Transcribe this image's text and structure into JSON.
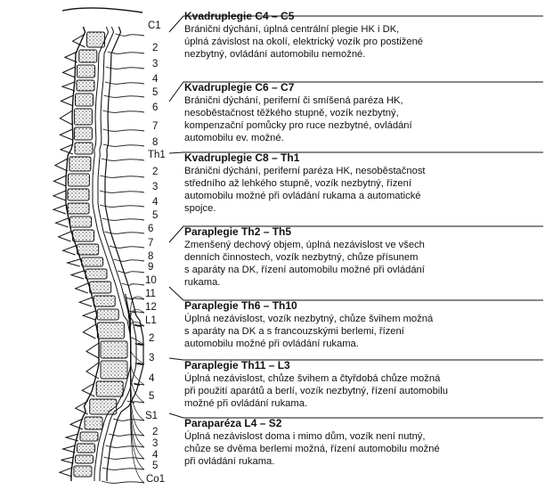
{
  "levels": [
    {
      "id": "c1",
      "label": "C1"
    },
    {
      "id": "c2",
      "label": "2"
    },
    {
      "id": "c3",
      "label": "3"
    },
    {
      "id": "c4",
      "label": "4"
    },
    {
      "id": "c5",
      "label": "5"
    },
    {
      "id": "c6",
      "label": "6"
    },
    {
      "id": "c7",
      "label": "7"
    },
    {
      "id": "c8",
      "label": "8"
    },
    {
      "id": "th1",
      "label": "Th1"
    },
    {
      "id": "th2",
      "label": "2"
    },
    {
      "id": "th3",
      "label": "3"
    },
    {
      "id": "th4",
      "label": "4"
    },
    {
      "id": "th5",
      "label": "5"
    },
    {
      "id": "th6",
      "label": "6"
    },
    {
      "id": "th7",
      "label": "7"
    },
    {
      "id": "th8",
      "label": "8"
    },
    {
      "id": "th9",
      "label": "9"
    },
    {
      "id": "th10",
      "label": "10"
    },
    {
      "id": "th11",
      "label": "11"
    },
    {
      "id": "th12",
      "label": "12"
    },
    {
      "id": "l1",
      "label": "L1"
    },
    {
      "id": "l2",
      "label": "2"
    },
    {
      "id": "l3",
      "label": "3"
    },
    {
      "id": "l4",
      "label": "4"
    },
    {
      "id": "l5",
      "label": "5"
    },
    {
      "id": "s1",
      "label": "S1"
    },
    {
      "id": "s2",
      "label": "2"
    },
    {
      "id": "s3",
      "label": "3"
    },
    {
      "id": "s4",
      "label": "4"
    },
    {
      "id": "s5",
      "label": "5"
    },
    {
      "id": "co1",
      "label": "Co1"
    }
  ],
  "sections": [
    {
      "title": "Kvadruplegie C4 – C5",
      "lines": [
        "Bránični dýchání, úplná centrální plegie HK i DK,",
        "úplná závislost na okolí, elektrický vozík pro postižené",
        "nezbytný, ovládání automobilu nemožné."
      ]
    },
    {
      "title": "Kvadruplegie C6 – C7",
      "lines": [
        "Bránični dýchání, periferní či smíšená paréza HK,",
        "nesoběstačnost těžkého stupně, vozík nezbytný,",
        "kompenzační pomůcky pro ruce nezbytné, ovládání",
        "automobilu ev. možné."
      ]
    },
    {
      "title": "Kvadruplegie C8 – Th1",
      "lines": [
        "Bránični dýchání, periferní paréza HK, nesoběstačnost",
        "středního až lehkého stupně, vozík nezbytný, řízení",
        "automobilu možné při ovládání rukama a automatické",
        "spojce."
      ]
    },
    {
      "title": "Paraplegie Th2 – Th5",
      "lines": [
        "Zmenšený dechový objem, úplná nezávislost ve všech",
        "denních činnostech, vozík nezbytný, chůze přísunem",
        "s aparáty na DK, řízení automobilu možné při ovládání",
        "rukama."
      ]
    },
    {
      "title": "Paraplegie Th6 – Th10",
      "lines": [
        "Úplná nezávislost, vozík nezbytný, chůze švihem možná",
        "s aparáty na DK a s francouzskými berlemi, řízení",
        "automobilu možné při ovládání rukama."
      ]
    },
    {
      "title": "Paraplegie Th11 – L3",
      "lines": [
        "Úplná nezávislost, chůze švihem a čtyřdobá chůze možná",
        "při použití aparátů a berlí, vozík nezbytný, řízení automobilu",
        "možné při ovládání rukama."
      ]
    },
    {
      "title": "Paraparéza L4 – S2",
      "lines": [
        "Úplná nezávislost doma i mimo dům, vozík není nutný,",
        "chůze se dvěma berlemi možná, řízení automobilu možné",
        "při ovládání rukama."
      ]
    }
  ]
}
